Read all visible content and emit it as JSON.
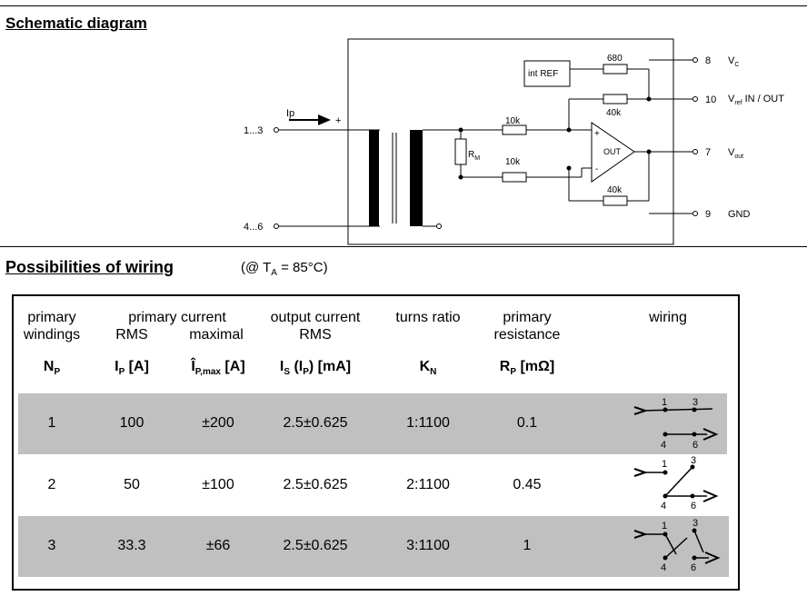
{
  "schematic": {
    "heading": "Schematic diagram",
    "labels": {
      "ip": "Ip",
      "plus_in": "+",
      "pin_1_3": "1...3",
      "pin_4_6": "4...6",
      "rm": "R",
      "rm_sub": "M",
      "r1": "10k",
      "r2": "10k",
      "r3": "680",
      "r4": "40k",
      "r5": "40k",
      "int_ref": "int  REF",
      "opamp_plus": "+",
      "opamp_minus": "-",
      "opamp_out": "OUT",
      "pin8": "8",
      "pin10": "10",
      "pin7": "7",
      "pin9": "9",
      "vc": "V",
      "vc_sub": "C",
      "vref": "V",
      "vref_sub": "ref",
      "vref_rest": " IN / OUT",
      "vout": "V",
      "vout_sub": "out",
      "gnd": "GND"
    }
  },
  "wiring": {
    "heading": "Possibilities of wiring",
    "condition_prefix": "(@ T",
    "condition_sub": "A",
    "condition_suffix": " = 85°C)",
    "columns": [
      {
        "line1": "primary",
        "line2": "windings",
        "symbol": "N",
        "sub": "P",
        "after": ""
      },
      {
        "line1": "primary current",
        "line2": "",
        "symbol": "",
        "sub": "",
        "after": ""
      },
      {
        "line1": "RMS",
        "line2": "",
        "symbol": "I",
        "sub": "P",
        "after": " [A]"
      },
      {
        "line1": "maximal",
        "line2": "",
        "symbol": "Î",
        "sub": "P,max",
        "after": " [A]"
      },
      {
        "line1": "output current",
        "line2": "RMS",
        "symbol": "I",
        "sub": "S",
        "after": " (I",
        "sub2": "P",
        "after2": ") [mA]"
      },
      {
        "line1": "turns ratio",
        "line2": "",
        "symbol": "K",
        "sub": "N",
        "after": ""
      },
      {
        "line1": "primary",
        "line2": "resistance",
        "symbol": "R",
        "sub": "P",
        "after": " [mΩ]"
      },
      {
        "line1": "wiring",
        "line2": "",
        "symbol": "",
        "sub": "",
        "after": ""
      }
    ],
    "rows": [
      {
        "np": "1",
        "ip": "100",
        "ipmax": "±200",
        "is": "2.5±0.625",
        "kn": "1:1100",
        "rp": "0.1",
        "shaded": true
      },
      {
        "np": "2",
        "ip": "50",
        "ipmax": "±100",
        "is": "2.5±0.625",
        "kn": "2:1100",
        "rp": "0.45",
        "shaded": false
      },
      {
        "np": "3",
        "ip": "33.3",
        "ipmax": "±66",
        "is": "2.5±0.625",
        "kn": "3:1100",
        "rp": "1",
        "shaded": true
      }
    ],
    "pin_labels": {
      "p1": "1",
      "p3": "3",
      "p4": "4",
      "p6": "6"
    }
  }
}
